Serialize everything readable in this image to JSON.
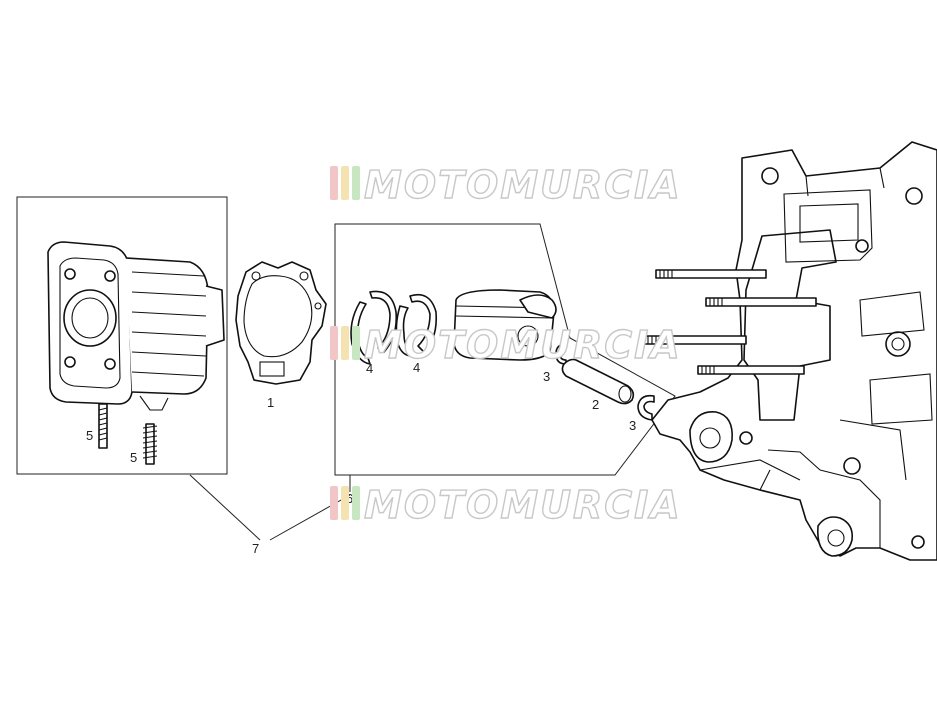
{
  "callouts": {
    "c1": "1",
    "c2": "2",
    "c3a": "3",
    "c3b": "3",
    "c4a": "4",
    "c4b": "4",
    "c5a": "5",
    "c5b": "5",
    "c6": "6",
    "c7": "7"
  },
  "watermark": {
    "text": "MOTOMURCIA",
    "stripe_colors": [
      "#f2c6c6",
      "#f4e3b0",
      "#c8e6c0"
    ]
  }
}
